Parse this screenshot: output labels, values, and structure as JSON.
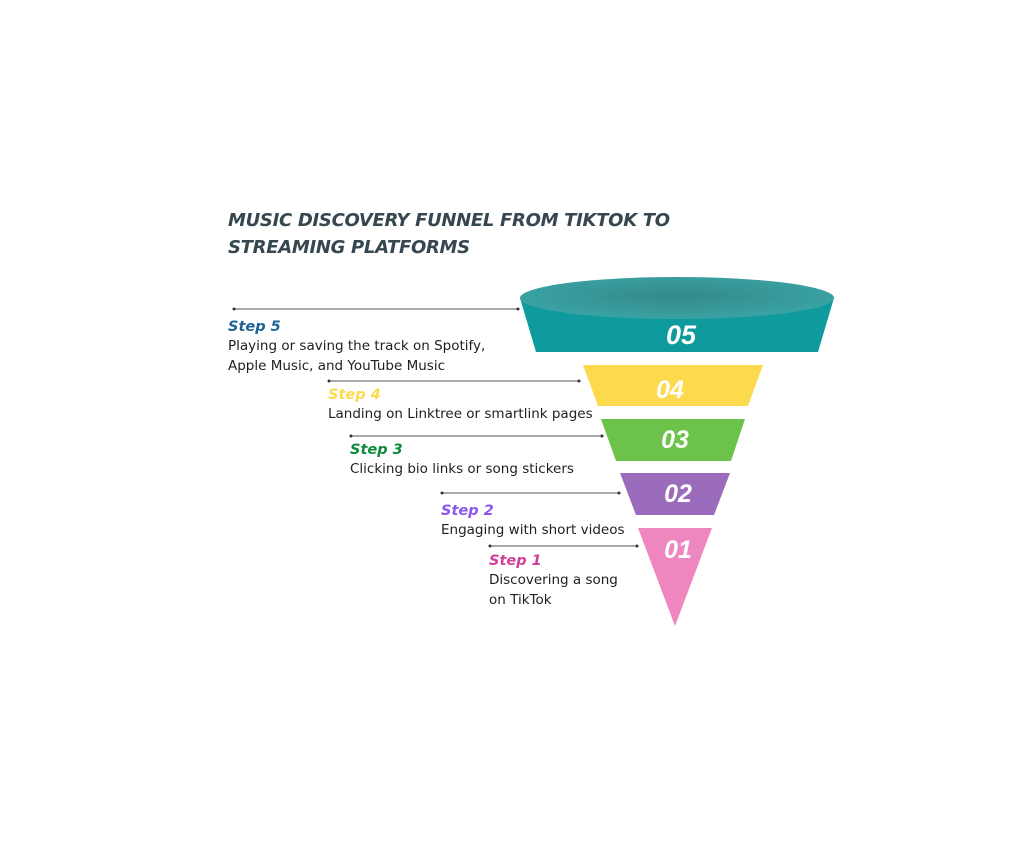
{
  "title": {
    "line1": "MUSIC DISCOVERY FUNNEL FROM TIKTOK TO",
    "line2": "STREAMING PLATFORMS"
  },
  "funnel": [
    {
      "number": "05",
      "label": "Step 5",
      "desc1": "Playing or saving the track on Spotify,",
      "desc2": "Apple Music, and YouTube Music",
      "color": "#0f9a9d",
      "label_color": "#1f6394"
    },
    {
      "number": "04",
      "label": "Step 4",
      "desc1": "Landing on Linktree or smartlink pages",
      "desc2": "",
      "color": "#fdd94e",
      "label_color": "#fdd94e"
    },
    {
      "number": "03",
      "label": "Step 3",
      "desc1": "Clicking bio links or song stickers",
      "desc2": "",
      "color": "#6cc24a",
      "label_color": "#0f8a3c"
    },
    {
      "number": "02",
      "label": "Step 2",
      "desc1": "Engaging with short videos",
      "desc2": "",
      "color": "#9b6cbb",
      "label_color": "#8a55f0"
    },
    {
      "number": "01",
      "label": "Step 1",
      "desc1": "Discovering a song",
      "desc2": "on TikTok",
      "color": "#ee86c0",
      "label_color": "#d43f9a"
    }
  ]
}
